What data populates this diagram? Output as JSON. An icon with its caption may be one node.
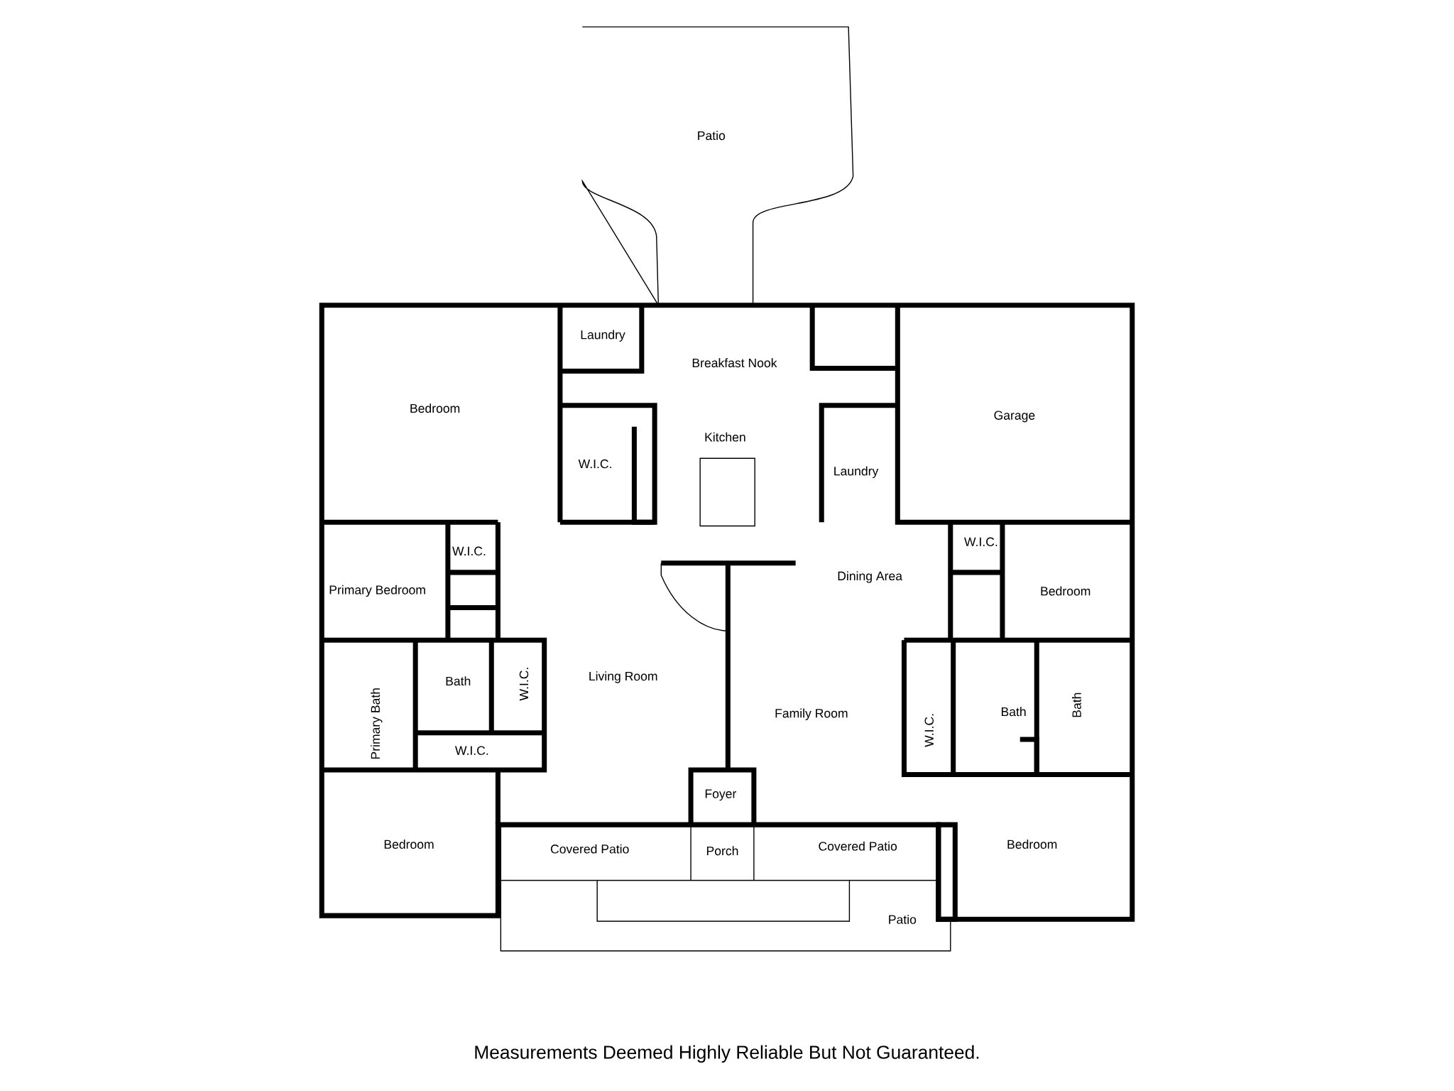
{
  "diagram": {
    "caption": "Measurements Deemed Highly Reliable But Not Guaranteed.",
    "labels": [
      "Patio",
      "Laundry",
      "Breakfast Nook",
      "Bedroom",
      "Garage",
      "Kitchen",
      "W.I.C.",
      "Laundry",
      "W.I.C.",
      "W.I.C.",
      "Dining Area",
      "Primary Bedroom",
      "Bedroom",
      "Bath",
      "W.I.C.",
      "Living Room",
      "Bath",
      "Bath",
      "W.I.C.",
      "Primary Bath",
      "Family Room",
      "W.I.C.",
      "Foyer",
      "Bedroom",
      "Covered Patio",
      "Porch",
      "Covered Patio",
      "Bedroom",
      "Patio"
    ]
  }
}
